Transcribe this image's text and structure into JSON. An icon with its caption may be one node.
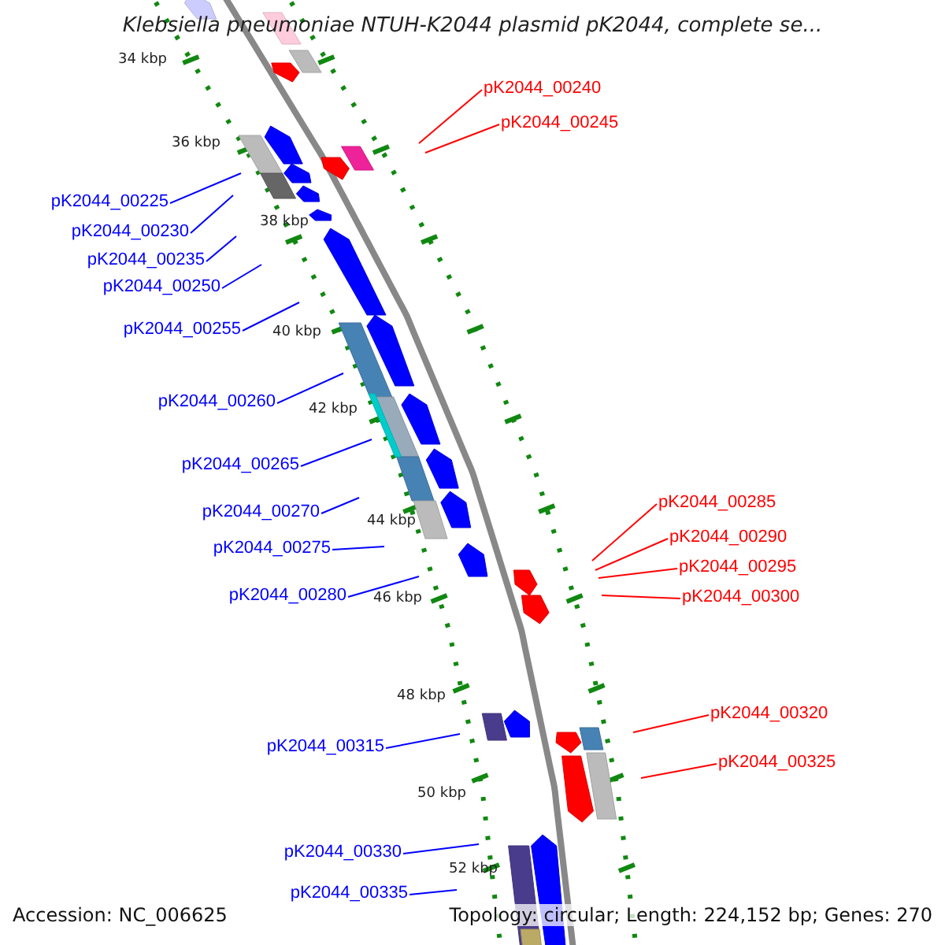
{
  "diagram": {
    "title": "Klebsiella pneumoniae NTUH-K2044 plasmid pK2044, complete se...",
    "nodes": [
      {
        "text": [
          "pK2044_00240"
        ]
      },
      {
        "text": [
          "pK2044_00245"
        ]
      },
      {
        "text": [
          "pK2044_00225"
        ]
      },
      {
        "text": [
          "pK2044_00230"
        ]
      },
      {
        "text": [
          "pK2044_00235"
        ]
      },
      {
        "text": [
          "pK2044_00250"
        ]
      },
      {
        "text": [
          "pK2044_00255"
        ]
      },
      {
        "text": [
          "pK2044_00260"
        ]
      },
      {
        "text": [
          "pK2044_00265"
        ]
      },
      {
        "text": [
          "pK2044_00270"
        ]
      },
      {
        "text": [
          "pK2044_00285"
        ]
      },
      {
        "text": [
          "pK2044_00290"
        ]
      },
      {
        "text": [
          "pK2044_00275"
        ]
      },
      {
        "text": [
          "pK2044_00295"
        ]
      },
      {
        "text": [
          "pK2044_00300"
        ]
      },
      {
        "text": [
          "pK2044_00280"
        ]
      },
      {
        "text": [
          "pK2044_00320"
        ]
      },
      {
        "text": [
          "pK2044_00315"
        ]
      },
      {
        "text": [
          "pK2044_00325"
        ]
      },
      {
        "text": [
          "pK2044_00330"
        ]
      },
      {
        "text": [
          "pK2044_00335"
        ]
      }
    ],
    "edges": [
      {
        "from": 0,
        "to": null,
        "arrow": "none",
        "color": "#ff0000"
      },
      {
        "from": 1,
        "to": null,
        "arrow": "none",
        "color": "#ff0000"
      },
      {
        "from": 2,
        "to": null,
        "arrow": "none"
      },
      {
        "from": 3,
        "to": null,
        "arrow": "none"
      },
      {
        "from": 4,
        "to": null,
        "arrow": "none"
      },
      {
        "from": 5,
        "to": null,
        "arrow": "none"
      },
      {
        "from": 6,
        "to": null,
        "arrow": "none"
      },
      {
        "from": 7,
        "to": null,
        "arrow": "none"
      },
      {
        "from": 8,
        "to": null,
        "arrow": "none"
      },
      {
        "from": 9,
        "to": null,
        "arrow": "none"
      },
      {
        "from": 10,
        "to": null,
        "arrow": "none",
        "color": "#ff0000"
      },
      {
        "from": 11,
        "to": null,
        "arrow": "none",
        "color": "#ff0000"
      },
      {
        "from": 12,
        "to": null,
        "arrow": "none"
      },
      {
        "from": 13,
        "to": null,
        "arrow": "none",
        "color": "#ff0000"
      },
      {
        "from": 14,
        "to": null,
        "arrow": "none",
        "color": "#ff0000"
      },
      {
        "from": 15,
        "to": null,
        "arrow": "none"
      },
      {
        "from": 16,
        "to": null,
        "arrow": "none",
        "color": "#ff0000"
      },
      {
        "from": 17,
        "to": null,
        "arrow": "none"
      },
      {
        "from": 18,
        "to": null,
        "arrow": "none",
        "color": "#ff0000"
      },
      {
        "from": 19,
        "to": null,
        "arrow": "none"
      },
      {
        "from": 20,
        "to": null,
        "arrow": "none"
      }
    ],
    "labels": [
      "34 kbp",
      "36 kbp",
      "38 kbp",
      "40 kbp",
      "42 kbp",
      "44 kbp",
      "46 kbp",
      "48 kbp",
      "50 kbp",
      "52 kbp",
      "Accession: NC_006625",
      "Topology: circular; Length: 224,152 bp; Genes: 270"
    ]
  }
}
